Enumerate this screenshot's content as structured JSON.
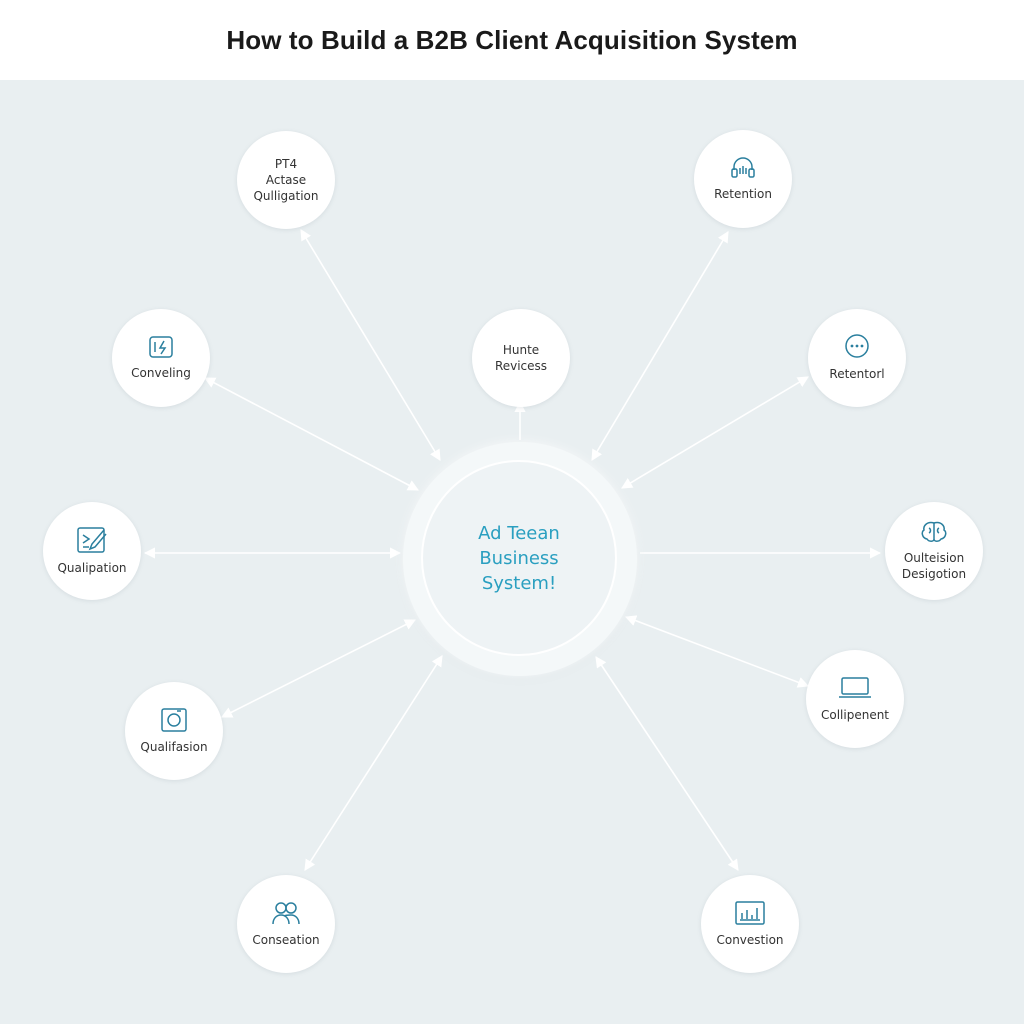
{
  "title": "How to Build a B2B Client Acquisition System",
  "hub": {
    "lines": [
      "Ad Teean",
      "Business",
      "System!"
    ],
    "color": "#2a9fc0"
  },
  "colors": {
    "background": "#e9eff1",
    "node_fill": "#ffffff",
    "icon_stroke": "#2a7f9e",
    "arrow": "#ffffff"
  },
  "nodes": [
    {
      "id": "pt4-actase",
      "lines": [
        "PT4",
        "Actase",
        "Qulligation"
      ],
      "icon": "none"
    },
    {
      "id": "retention-top",
      "lines": [
        "Retention"
      ],
      "icon": "headphones-icon"
    },
    {
      "id": "conveling",
      "lines": [
        "Conveling"
      ],
      "icon": "lightning-icon"
    },
    {
      "id": "hunte-revicess",
      "lines": [
        "Hunte",
        "Revicess"
      ],
      "icon": "none"
    },
    {
      "id": "retentorl",
      "lines": [
        "Retentorl"
      ],
      "icon": "chat-icon"
    },
    {
      "id": "qualipation",
      "lines": [
        "Qualipation"
      ],
      "icon": "pen-icon"
    },
    {
      "id": "culteision",
      "lines": [
        "Oulteision",
        "Desigotion"
      ],
      "icon": "brain-icon"
    },
    {
      "id": "qualifasion",
      "lines": [
        "Qualifasion"
      ],
      "icon": "camera-icon"
    },
    {
      "id": "collipenent",
      "lines": [
        "Collipenent"
      ],
      "icon": "laptop-icon"
    },
    {
      "id": "conseation",
      "lines": [
        "Conseation"
      ],
      "icon": "users-icon"
    },
    {
      "id": "convestion",
      "lines": [
        "Convestion"
      ],
      "icon": "chart-icon"
    }
  ]
}
